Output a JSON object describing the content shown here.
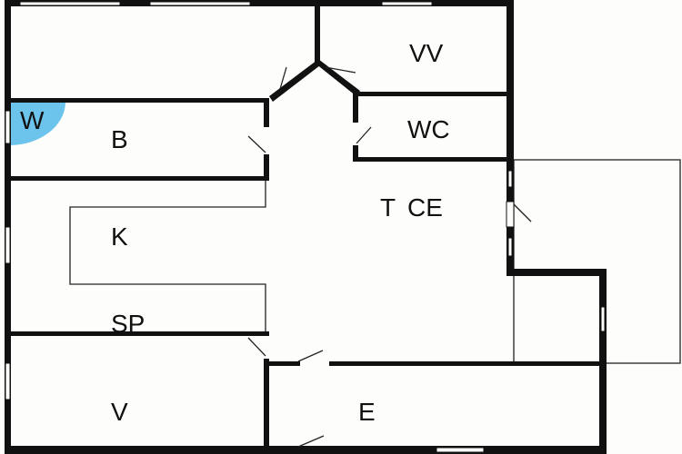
{
  "rooms": {
    "w": "W",
    "b": "B",
    "vv": "VV",
    "wc": "WC",
    "k": "K",
    "t": "T",
    "ce": "CE",
    "sp": "SP",
    "v": "V",
    "e": "E"
  },
  "colors": {
    "wall": "#111111",
    "wardrobe": "#6cc4ec",
    "background": "#fdfdfb"
  }
}
